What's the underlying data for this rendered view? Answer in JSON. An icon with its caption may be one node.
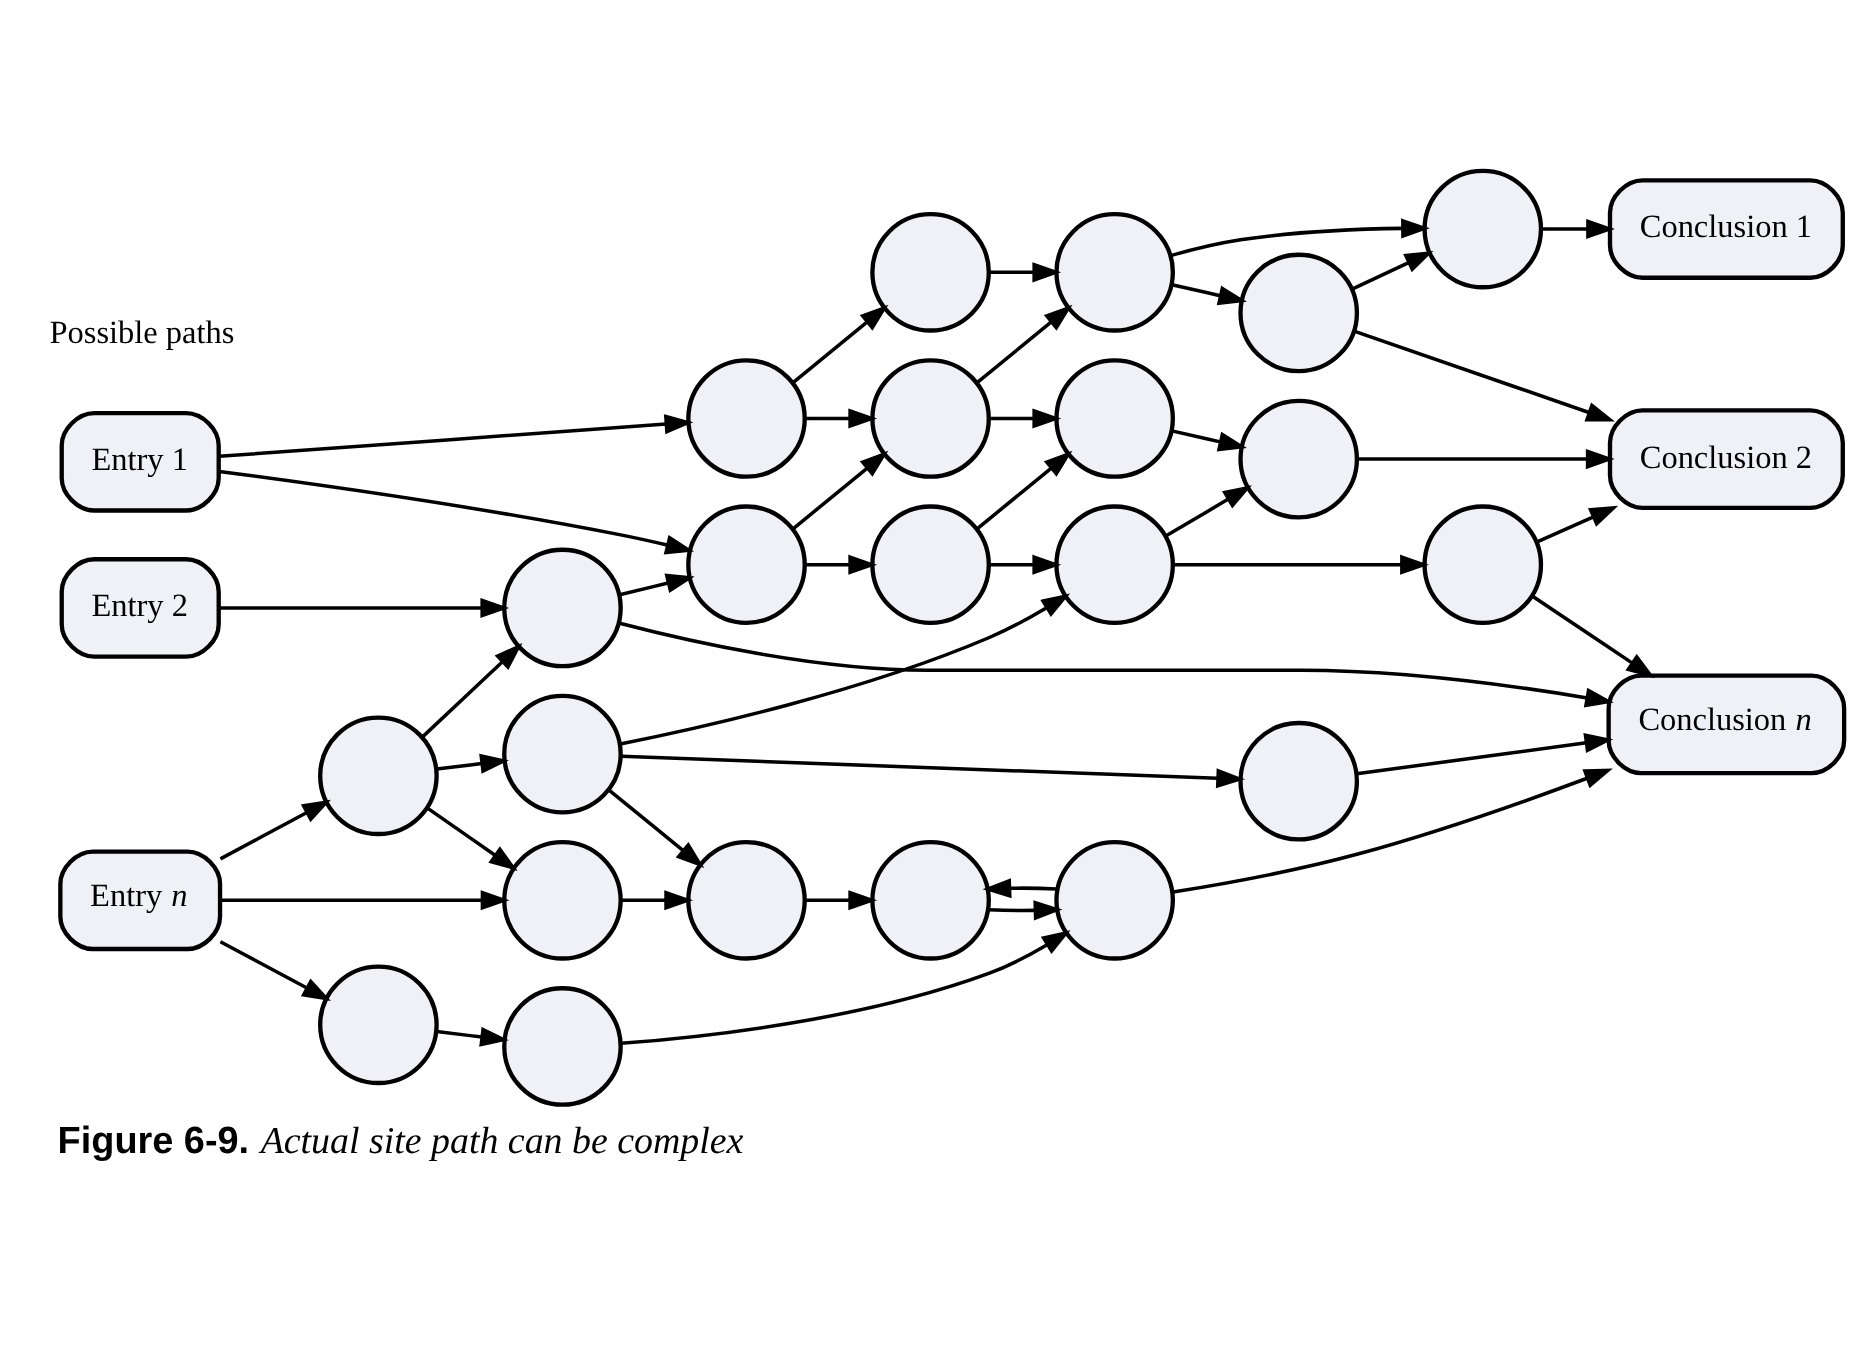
{
  "diagram": {
    "caption": "**Figure 6-9.** *Actual site path can be complex*",
    "nodes": [
      {
        "text": [
          "Entry 1"
        ]
      },
      {
        "text": [
          "Entry 2"
        ]
      },
      {
        "text": [
          "Entry *n*"
        ]
      },
      {
        "text": [],
        "shape": "circle"
      },
      {
        "text": [],
        "shape": "circle"
      },
      {
        "text": [],
        "shape": "circle"
      },
      {
        "text": [],
        "shape": "circle"
      },
      {
        "text": [],
        "shape": "circle"
      },
      {
        "text": [],
        "shape": "circle"
      },
      {
        "text": [],
        "shape": "circle"
      },
      {
        "text": [],
        "shape": "circle"
      },
      {
        "text": [],
        "shape": "circle"
      },
      {
        "text": [],
        "shape": "circle"
      },
      {
        "text": [],
        "shape": "circle"
      },
      {
        "text": [],
        "shape": "circle"
      },
      {
        "text": [],
        "shape": "circle"
      },
      {
        "text": [],
        "shape": "circle"
      },
      {
        "text": [],
        "shape": "circle"
      },
      {
        "text": [],
        "shape": "circle"
      },
      {
        "text": [],
        "shape": "circle"
      },
      {
        "text": [],
        "shape": "circle"
      },
      {
        "text": [],
        "shape": "circle"
      },
      {
        "text": [],
        "shape": "circle"
      },
      {
        "text": [],
        "shape": "circle"
      },
      {
        "text": [],
        "shape": "circle"
      },
      {
        "text": [
          "Conclusion 1"
        ]
      },
      {
        "text": [
          "Conclusion 2"
        ]
      },
      {
        "text": [
          "Conclusion *n*"
        ]
      }
    ],
    "edges": [
      {
        "from": 0,
        "to": 3,
        "arrow": "to"
      },
      {
        "from": 0,
        "to": 9,
        "arrow": "to"
      },
      {
        "from": 1,
        "to": 13,
        "arrow": "to"
      },
      {
        "from": 2,
        "to": 16,
        "arrow": "to"
      },
      {
        "from": 2,
        "to": 19,
        "arrow": "to"
      },
      {
        "from": 2,
        "to": 22,
        "arrow": "to"
      },
      {
        "from": 3,
        "to": 4,
        "arrow": "to"
      },
      {
        "from": 3,
        "to": 5,
        "arrow": "to"
      },
      {
        "from": 4,
        "to": 6,
        "arrow": "to"
      },
      {
        "from": 9,
        "to": 5,
        "arrow": "to"
      },
      {
        "from": 5,
        "to": 6,
        "arrow": "to"
      },
      {
        "from": 5,
        "to": 11,
        "arrow": "to"
      },
      {
        "from": 6,
        "to": 7,
        "arrow": "to"
      },
      {
        "from": 6,
        "to": 8,
        "arrow": "to"
      },
      {
        "from": 8,
        "to": 7,
        "arrow": "to"
      },
      {
        "from": 7,
        "to": 25,
        "arrow": "to"
      },
      {
        "from": 8,
        "to": 26,
        "arrow": "to"
      },
      {
        "from": 9,
        "to": 10,
        "arrow": "to"
      },
      {
        "from": 10,
        "to": 11,
        "arrow": "to"
      },
      {
        "from": 10,
        "to": 14,
        "arrow": "to"
      },
      {
        "from": 11,
        "to": 12,
        "arrow": "to"
      },
      {
        "from": 12,
        "to": 26,
        "arrow": "to"
      },
      {
        "from": 14,
        "to": 12,
        "arrow": "to"
      },
      {
        "from": 14,
        "to": 15,
        "arrow": "to"
      },
      {
        "from": 15,
        "to": 26,
        "arrow": "to"
      },
      {
        "from": 15,
        "to": 27,
        "arrow": "to"
      },
      {
        "from": 13,
        "to": 9,
        "arrow": "to"
      },
      {
        "from": 13,
        "to": 27,
        "arrow": "to"
      },
      {
        "from": 16,
        "to": 13,
        "arrow": "to"
      },
      {
        "from": 16,
        "to": 17,
        "arrow": "to"
      },
      {
        "from": 16,
        "to": 19,
        "arrow": "to"
      },
      {
        "from": 17,
        "to": 14,
        "arrow": "to"
      },
      {
        "from": 17,
        "to": 18,
        "arrow": "to"
      },
      {
        "from": 17,
        "to": 20,
        "arrow": "to"
      },
      {
        "from": 18,
        "to": 27,
        "arrow": "to"
      },
      {
        "from": 19,
        "to": 20,
        "arrow": "to"
      },
      {
        "from": 20,
        "to": 21,
        "arrow": "to"
      },
      {
        "from": 22,
        "to": 23,
        "arrow": "to"
      },
      {
        "from": 23,
        "to": 24,
        "arrow": "to"
      },
      {
        "from": 21,
        "to": 24,
        "arrow": "to"
      },
      {
        "from": 24,
        "to": 21,
        "arrow": "to"
      },
      {
        "from": 24,
        "to": 27,
        "arrow": "to"
      }
    ],
    "labels": [
      "Possible paths"
    ]
  }
}
